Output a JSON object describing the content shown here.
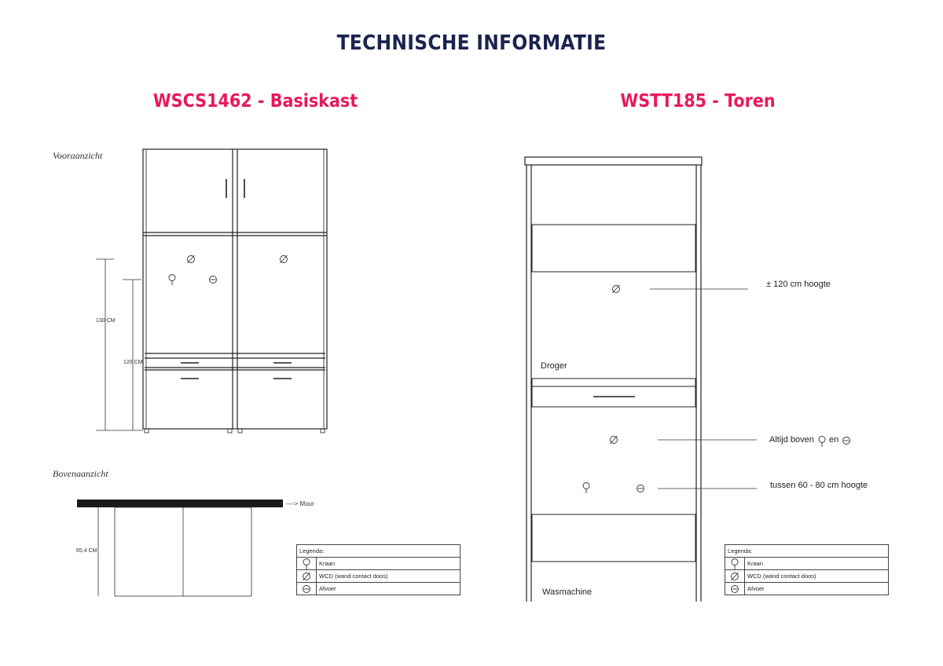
{
  "page": {
    "title": "TECHNISCHE INFORMATIE"
  },
  "left": {
    "title": "WSCS1462 - Basiskast",
    "front_view_label": "Vooraanzicht",
    "top_view_label": "Bovenaanzicht",
    "dim_130": "130 CM",
    "dim_120": "120 CM",
    "dim_65": "65,4 CM",
    "wall_label": "----> Muur"
  },
  "right": {
    "title": "WSTT185 - Toren",
    "note_height": "± 120 cm hoogte",
    "dryer_label": "Droger",
    "note_above_prefix": "Altijd boven",
    "note_above_and": "en",
    "note_range": "tussen 60 - 80 cm hoogte",
    "washer_label": "Wasmachine"
  },
  "legend": {
    "header": "Legenda:",
    "items": [
      {
        "icon": "faucet-icon",
        "label": "Kraan"
      },
      {
        "icon": "outlet-icon",
        "label": "WCD (wand contact doos)"
      },
      {
        "icon": "drain-icon",
        "label": "Afvoer"
      }
    ]
  },
  "colors": {
    "navy": "#1b2350",
    "pink": "#e8195a",
    "line": "#222222"
  }
}
